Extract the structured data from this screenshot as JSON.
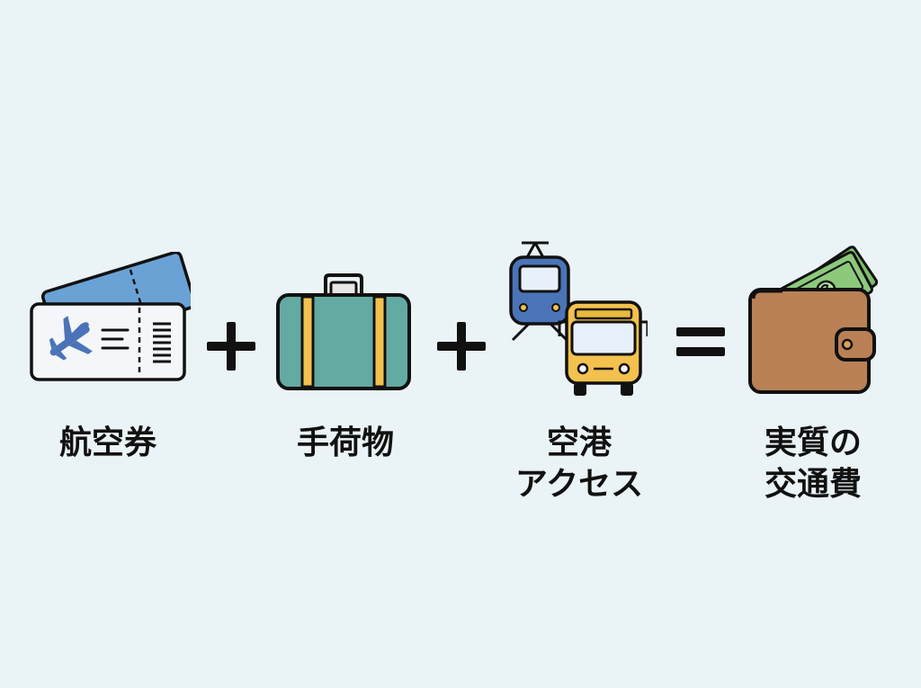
{
  "terms": [
    {
      "icon": "airplane-ticket-icon",
      "label_lines": [
        "航空券"
      ]
    },
    {
      "icon": "suitcase-icon",
      "label_lines": [
        "手荷物"
      ]
    },
    {
      "icon": "train-and-bus-icon",
      "label_lines": [
        "空港",
        "アクセス"
      ]
    },
    {
      "icon": "wallet-with-cash-icon",
      "label_lines": [
        "実質の",
        "交通費"
      ]
    }
  ],
  "operators": [
    "+",
    "+",
    "="
  ],
  "colors": {
    "background": "#eaf3f6",
    "outline": "#111111",
    "ticket_blue": "#6aa2d6",
    "ticket_paper": "#f4f6f9",
    "suitcase_teal": "#63aaa3",
    "suitcase_stripe": "#f2c14e",
    "train_blue": "#4a74b7",
    "bus_yellow": "#f2c14e",
    "wallet_brown": "#b98155",
    "cash_green": "#8cc97b"
  }
}
